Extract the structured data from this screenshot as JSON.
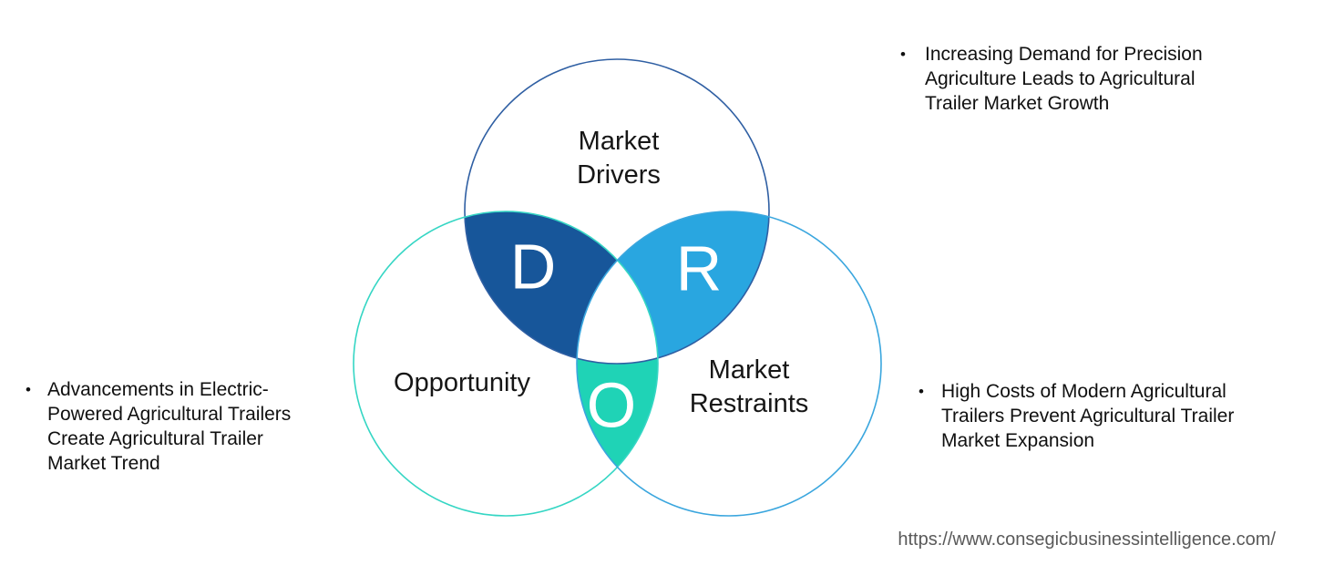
{
  "diagram": {
    "labels": {
      "drivers": "Market\nDrivers",
      "opportunity": "Opportunity",
      "restraints": "Market\nRestraints"
    },
    "letters": {
      "drivers": "D",
      "restraints": "R",
      "opportunity": "O"
    },
    "colors": {
      "drivers_stroke": "#2f5fa3",
      "opportunity_stroke": "#35d6c4",
      "restraints_stroke": "#3aa6de",
      "drivers_overlap_fill": "#17569a",
      "restraints_overlap_fill": "#29a6e0",
      "opportunity_overlap_fill": "#1fd3b6",
      "center_fill": "#ffffff"
    }
  },
  "bullets": {
    "marker": "•",
    "top_right": {
      "text": "Increasing Demand for Precision\nAgriculture Leads to Agricultural\nTrailer Market Growth"
    },
    "bottom_right": {
      "text": "High Costs of Modern Agricultural\nTrailers Prevent Agricultural Trailer\nMarket Expansion"
    },
    "left": {
      "text": "Advancements in Electric-\nPowered Agricultural Trailers\nCreate Agricultural Trailer\nMarket Trend"
    }
  },
  "footer": {
    "url": "https://www.consegicbusinessintelligence.com/"
  }
}
